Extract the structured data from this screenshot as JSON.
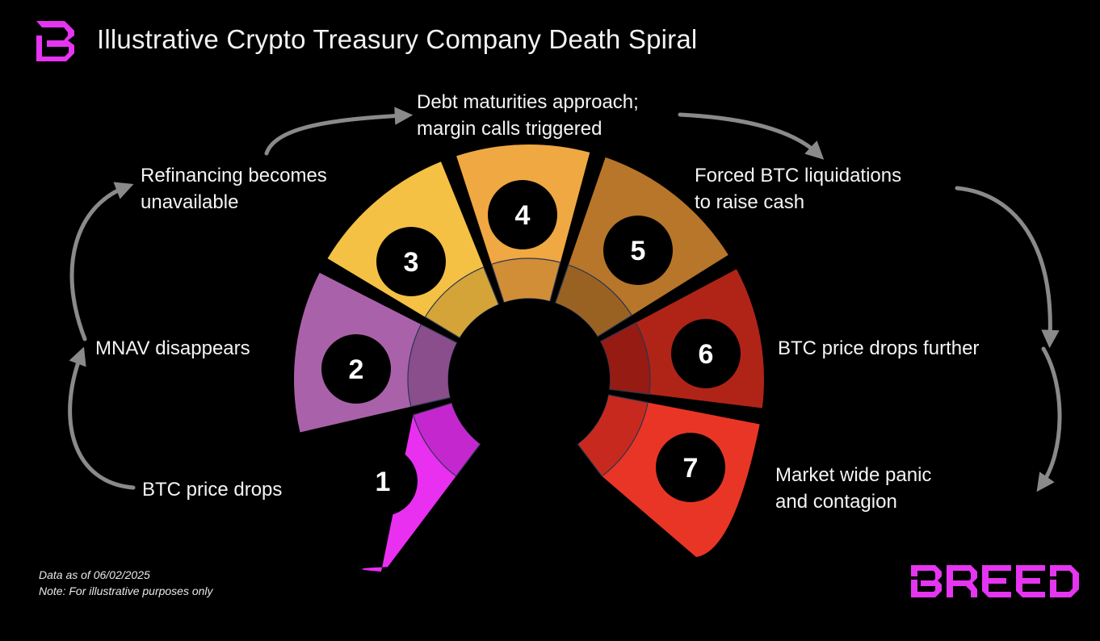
{
  "header": {
    "title": "Illustrative Crypto Treasury Company Death Spiral",
    "logo_icon": "breed-b-logo-icon"
  },
  "colors": {
    "brand": "#e535f0",
    "arrow": "#8a8a8a",
    "background": "#000000"
  },
  "steps": [
    {
      "number": "1",
      "label": "BTC price drops",
      "color": "#e92ff0",
      "inner_color": "#c527cf"
    },
    {
      "number": "2",
      "label": "MNAV disappears",
      "color": "#a962a9",
      "inner_color": "#8a4e8c"
    },
    {
      "number": "3",
      "label_line1": "Refinancing becomes",
      "label_line2": "unavailable",
      "color": "#f4c145",
      "inner_color": "#d4a438"
    },
    {
      "number": "4",
      "label_line1": "Debt maturities approach;",
      "label_line2": "margin calls triggered",
      "color": "#efa842",
      "inner_color": "#d18e37"
    },
    {
      "number": "5",
      "label_line1": "Forced BTC liquidations",
      "label_line2": "to raise cash",
      "color": "#b7762a",
      "inner_color": "#9a6222"
    },
    {
      "number": "6",
      "label": "BTC price drops further",
      "color": "#b02418",
      "inner_color": "#961b13"
    },
    {
      "number": "7",
      "label_line1": "Market wide panic",
      "label_line2": "and contagion",
      "color": "#e93526",
      "inner_color": "#c7291f"
    }
  ],
  "footer": {
    "date_note": "Data as of 06/02/2025",
    "disclaimer": "Note: For illustrative purposes only"
  },
  "brand": {
    "wordmark": "BREED"
  }
}
